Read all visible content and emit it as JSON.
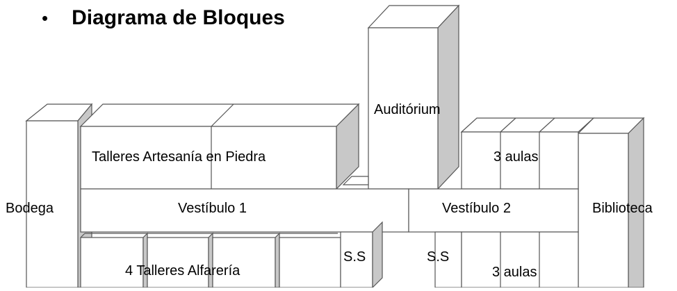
{
  "heading": {
    "bullet": "•",
    "title": "Diagrama de Bloques"
  },
  "blocks": {
    "bodega": "Bodega",
    "talleres_piedra": "Talleres Artesanía en Piedra",
    "auditorium": "Auditórium",
    "aulas_top": "3 aulas",
    "biblioteca": "Biblioteca",
    "vestibulo_1": "Vestíbulo 1",
    "vestibulo_2": "Vestíbulo 2",
    "talleres_alfareria": "4 Talleres Alfarería",
    "ss_left": "S.S",
    "ss_right": "S.S",
    "aulas_bottom": "3 aulas"
  },
  "colors": {
    "outline": "#555555",
    "side_shade": "#c8c8c8",
    "face": "#ffffff"
  }
}
